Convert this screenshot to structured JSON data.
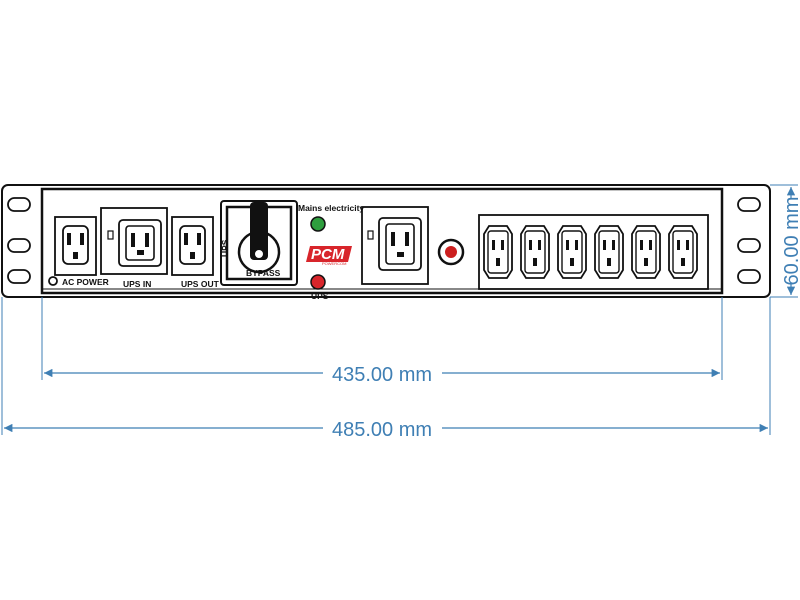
{
  "labels": {
    "ac_power": "AC POWER",
    "ups_in": "UPS IN",
    "ups_out": "UPS OUT",
    "switch_ups": "UPS",
    "bypass": "BYPASS",
    "mains_electricity": "Mains electricity",
    "ups_indicator": "UPS"
  },
  "logo": {
    "text": "PCM",
    "subtext": "POWERCOM"
  },
  "dimensions": {
    "inner_width": "435.00 mm",
    "total_width": "485.00 mm",
    "height": "60.00 mm"
  },
  "colors": {
    "panel_stroke": "#111111",
    "dimension_line": "#3f7fb4",
    "logo_red": "#d8252b",
    "mains_led": "#2e9e3e",
    "ups_led": "#d8252b",
    "breaker_red": "#cc1f1f"
  },
  "outlets": {
    "output_c13_count": 6
  }
}
